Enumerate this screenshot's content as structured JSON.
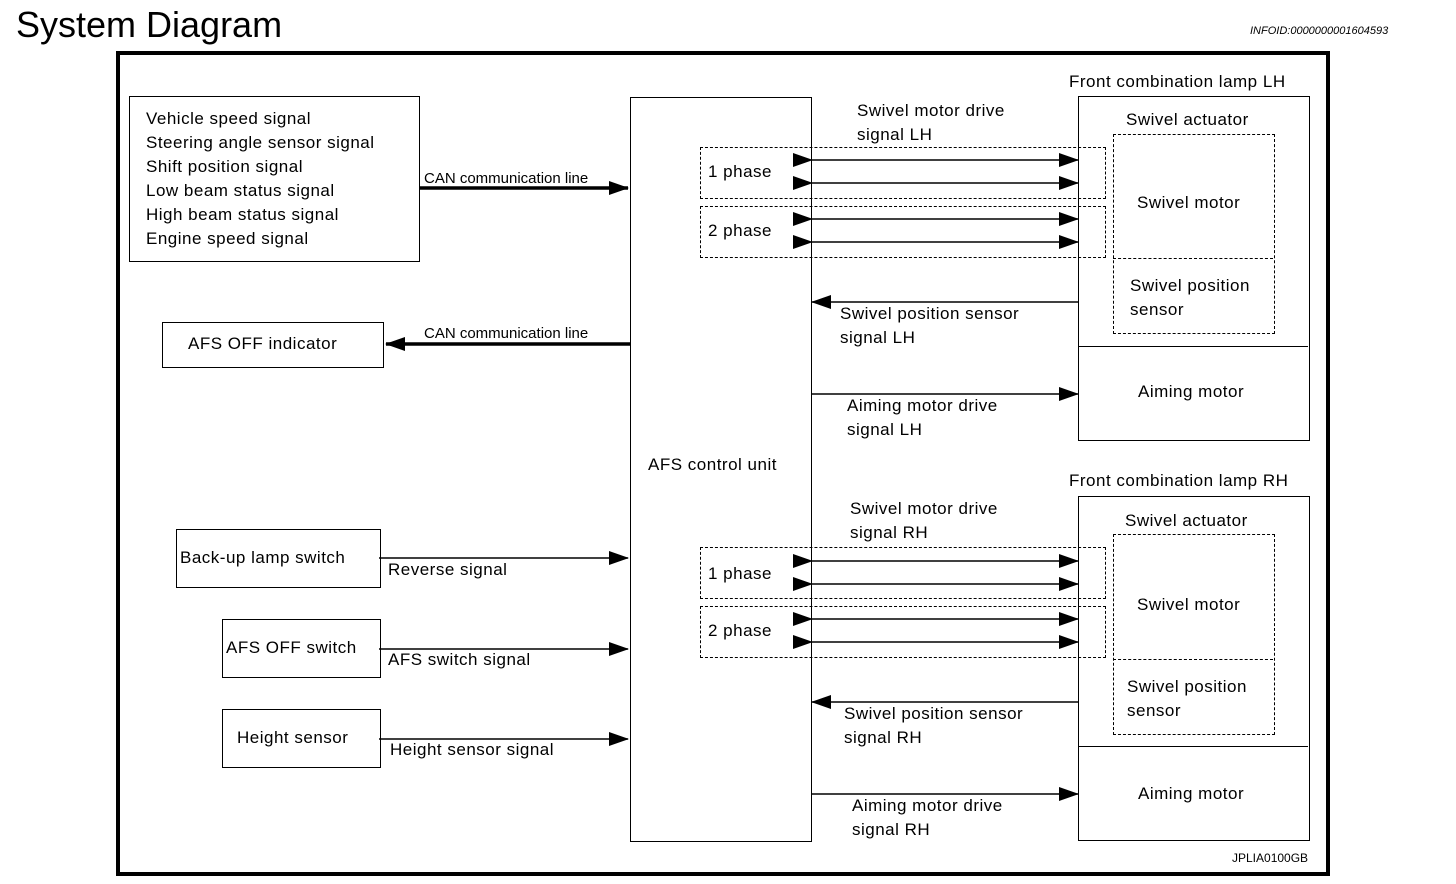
{
  "header": {
    "title": "System Diagram",
    "info_id": "INFOID:0000000001604593"
  },
  "footer": {
    "image_id": "JPLIA0100GB"
  },
  "inputs": {
    "can_signals": [
      "Vehicle speed signal",
      "Steering angle sensor signal",
      "Shift position signal",
      "Low beam status signal",
      "High beam status signal",
      "Engine speed signal"
    ],
    "can_line_in": "CAN communication line",
    "can_line_out": "CAN communication line",
    "afs_off_indicator": "AFS OFF indicator",
    "backup_lamp_switch": "Back-up lamp switch",
    "reverse_signal": "Reverse signal",
    "afs_off_switch": "AFS OFF switch",
    "afs_switch_signal": "AFS switch signal",
    "height_sensor": "Height sensor",
    "height_sensor_signal": "Height sensor signal"
  },
  "control_unit": "AFS control unit",
  "lamp_lh": {
    "title": "Front combination lamp LH",
    "swivel_drive_1": "Swivel motor drive",
    "swivel_drive_2": "signal LH",
    "phase1": "1 phase",
    "phase2": "2 phase",
    "swivel_actuator": "Swivel actuator",
    "swivel_motor": "Swivel motor",
    "swivel_pos_1": "Swivel position",
    "swivel_pos_2": "sensor",
    "pos_signal_1": "Swivel position sensor",
    "pos_signal_2": "signal LH",
    "aiming_motor": "Aiming motor",
    "aiming_signal_1": "Aiming motor drive",
    "aiming_signal_2": "signal LH"
  },
  "lamp_rh": {
    "title": "Front combination lamp RH",
    "swivel_drive_1": "Swivel motor drive",
    "swivel_drive_2": "signal RH",
    "phase1": "1 phase",
    "phase2": "2 phase",
    "swivel_actuator": "Swivel actuator",
    "swivel_motor": "Swivel motor",
    "swivel_pos_1": "Swivel position",
    "swivel_pos_2": "sensor",
    "pos_signal_1": "Swivel position sensor",
    "pos_signal_2": "signal RH",
    "aiming_motor": "Aiming motor",
    "aiming_signal_1": "Aiming motor drive",
    "aiming_signal_2": "signal RH"
  }
}
